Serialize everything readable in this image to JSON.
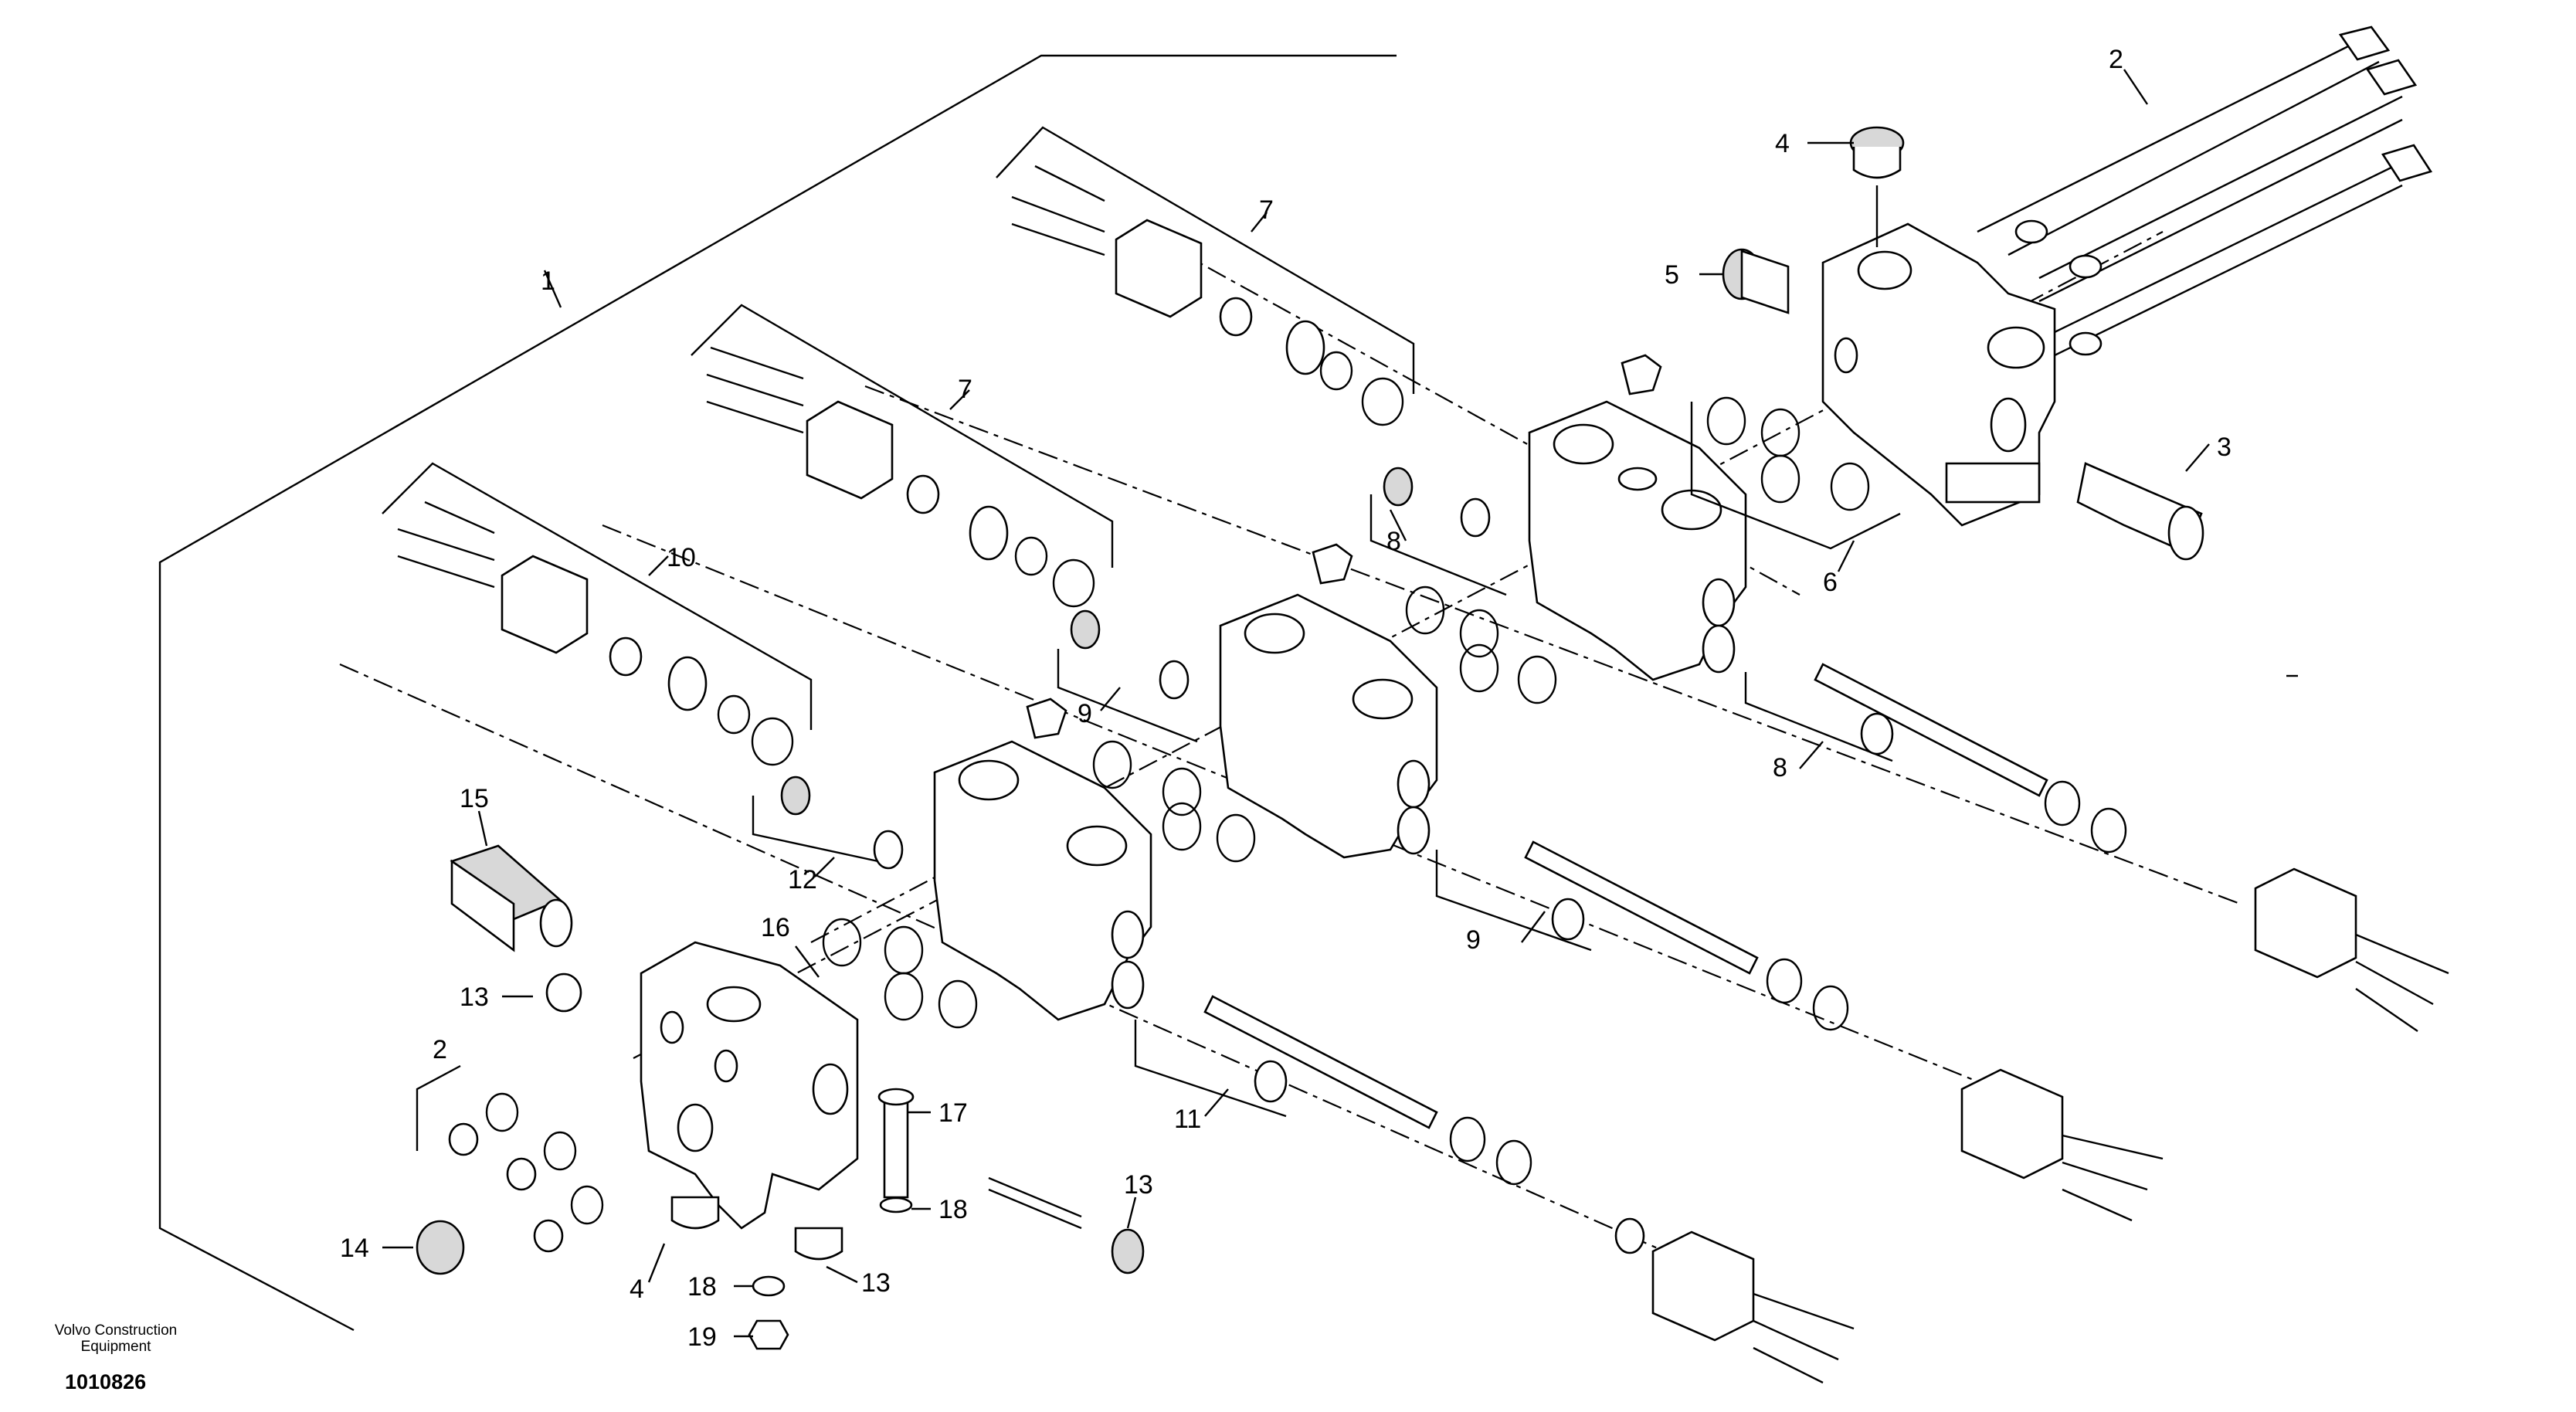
{
  "callouts": [
    "1",
    "2",
    "2",
    "3",
    "4",
    "4",
    "5",
    "6",
    "7",
    "7",
    "8",
    "8",
    "9",
    "9",
    "10",
    "11",
    "12",
    "13",
    "13",
    "13",
    "14",
    "15",
    "16",
    "17",
    "18",
    "18",
    "19"
  ],
  "footer": {
    "brand_line1": "Volvo Construction",
    "brand_line2": "Equipment",
    "drawing_number": "1010826"
  },
  "colors": {
    "ink": "#000000",
    "background": "#ffffff",
    "shade": "#d8d8d8"
  }
}
